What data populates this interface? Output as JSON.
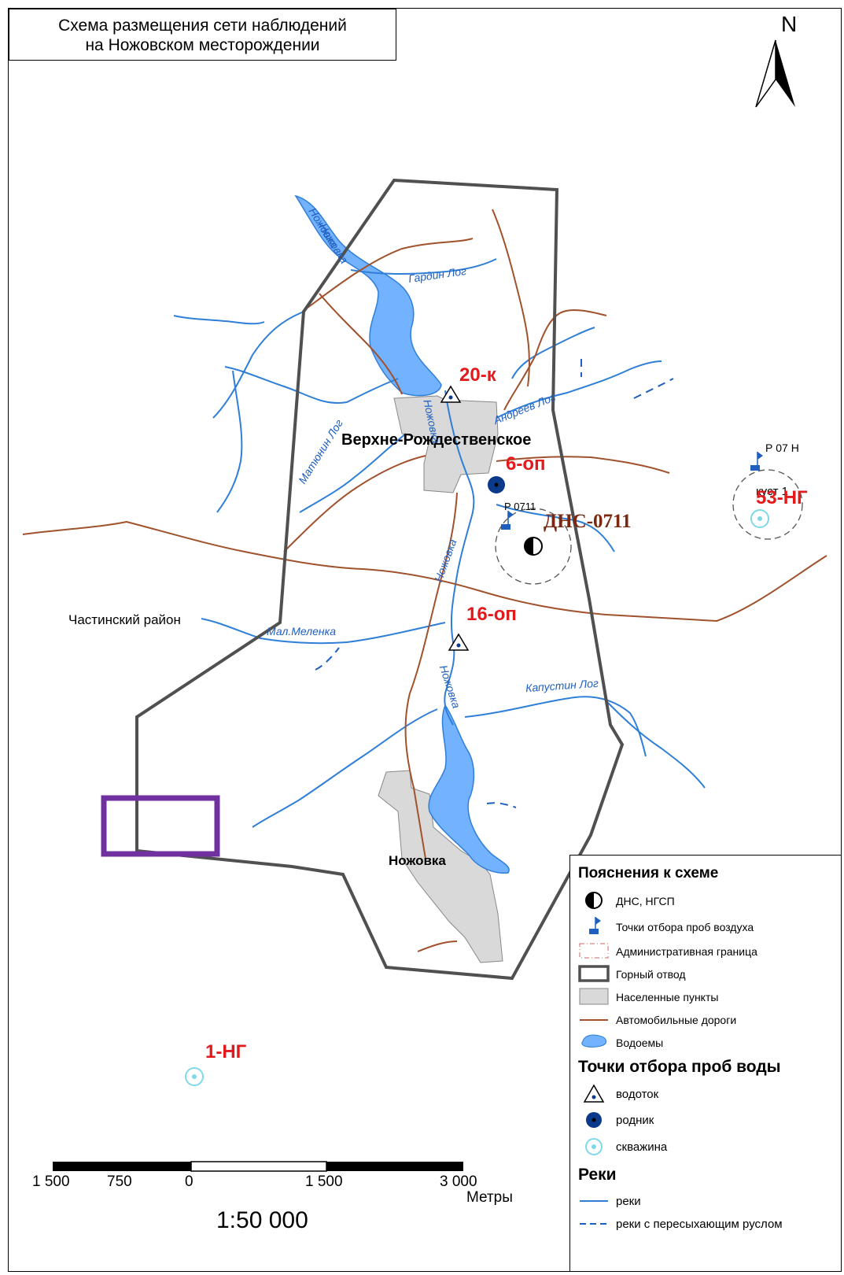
{
  "title": {
    "line1": "Схема размещения сети наблюдений",
    "line2": "на Ножовском месторождении"
  },
  "north_arrow": "N",
  "places": {
    "verkhne": "Верхне-Рождественское",
    "nozhovka_town": "Ножовка",
    "district": "Частинский район",
    "dns": "ДНС-0711",
    "kust": "куст 1"
  },
  "points": {
    "p20k": "20-к",
    "p6op": "6-оп",
    "p16op": "16-оп",
    "p53ng": "53-НГ",
    "p1ng": "1-НГ",
    "p0711": "Р 0711",
    "p07n": "Р 07 Н"
  },
  "rivers": {
    "nozhovka": "Ножовка",
    "gardin": "Гардин Лог",
    "andreev": "Андреев Лог",
    "matyunin": "Матюнин Лог",
    "mal_melenka": "Мал.Меленка",
    "kapustin": "Капустин Лог"
  },
  "scale": {
    "ticks": [
      "1 500",
      "750",
      "0",
      "1 500",
      "3 000"
    ],
    "unit": "Метры",
    "ratio": "1:50 000"
  },
  "legend": {
    "header": "Пояснения к схеме",
    "items": [
      "ДНС, НГСП",
      "Точки отбора проб воздуха",
      "Административная граница",
      "Горный отвод",
      "Населенные пункты",
      "Автомобильные дороги",
      "Водоемы"
    ],
    "water_header": "Точки отбора проб воды",
    "water_items": [
      "водоток",
      "родник",
      "скважина"
    ],
    "rivers_header": "Реки",
    "river_items": [
      "реки",
      "реки с пересыхающим руслом"
    ]
  },
  "colors": {
    "river": "#2f7fd8",
    "lake": "#73b2ff",
    "road": "#a0522d",
    "boundary": "#505050",
    "settlement": "#d9d9d9",
    "label_red": "#e31a1c",
    "highlight": "#7030a0"
  }
}
